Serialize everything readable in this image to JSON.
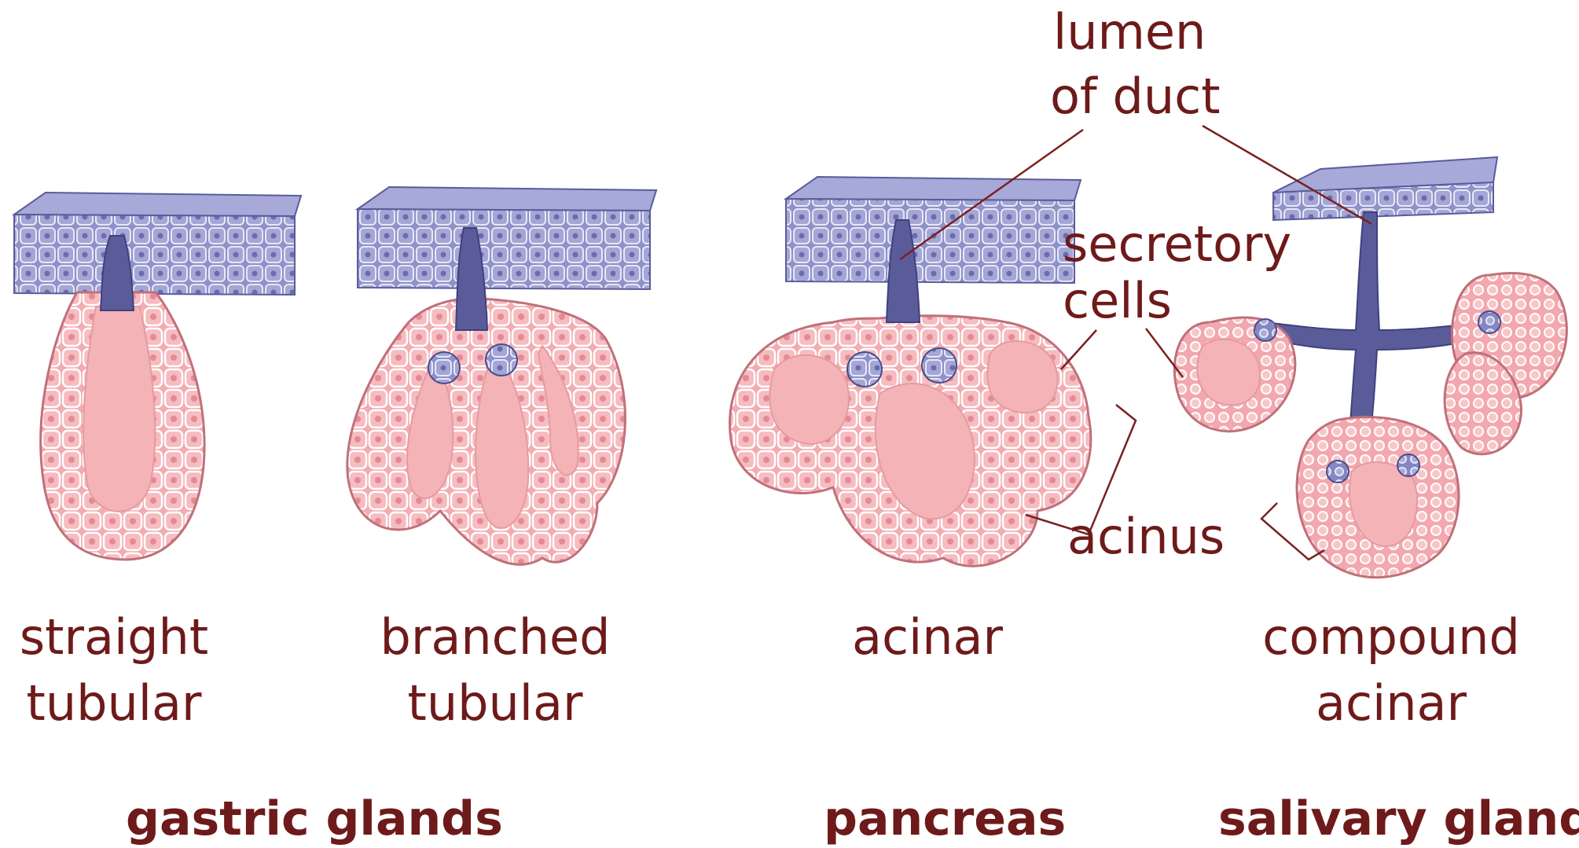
{
  "colors": {
    "text": "#6e1a1a",
    "epithelium": "#8d8fc8",
    "epithelium_dark": "#5a5c9a",
    "secretory": "#f0a3a9",
    "secretory_dark": "#c0707a",
    "cell_border": "#ffffff",
    "leader_line": "#7a2020"
  },
  "callouts": {
    "lumen_line1": "lumen",
    "lumen_line2": "of duct",
    "secretory_line1": "secretory",
    "secretory_line2": "cells",
    "acinus": "acinus"
  },
  "glands": [
    {
      "line1": "straight",
      "line2": "tubular"
    },
    {
      "line1": "branched",
      "line2": "tubular"
    },
    {
      "line1": "acinar",
      "line2": ""
    },
    {
      "line1": "compound",
      "line2": "acinar"
    }
  ],
  "groups": {
    "gastric": "gastric glands",
    "pancreas": "pancreas",
    "salivary": "salivary glands"
  }
}
